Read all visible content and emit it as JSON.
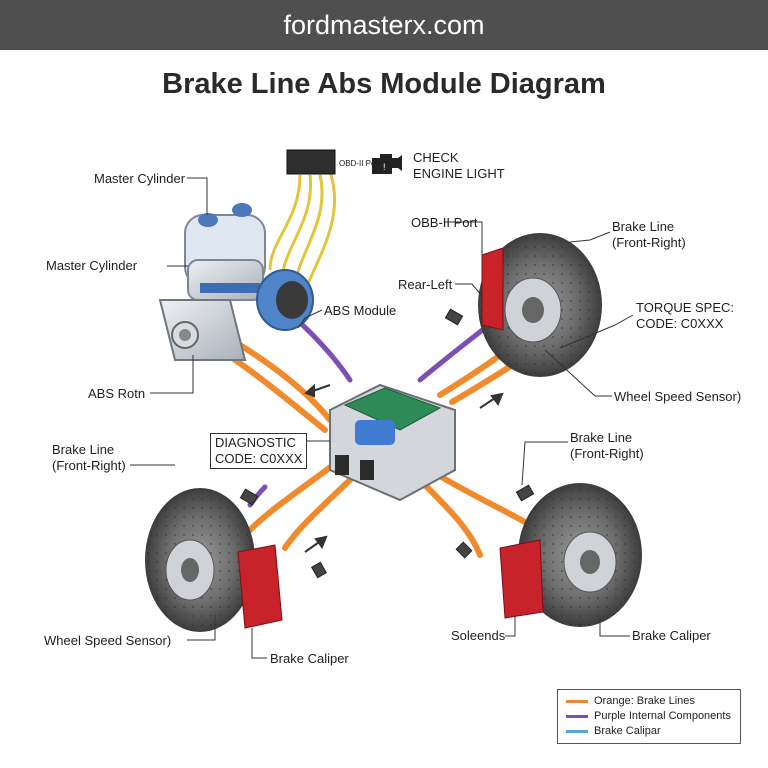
{
  "banner": {
    "site": "fordmasterx.com"
  },
  "title": "Brake Line Abs Module Diagram",
  "labels": {
    "obd_port_small": "OBD-II Port",
    "check_engine": "CHECK\nENGINE LIGHT",
    "master_cylinder_1": "Master Cylinder",
    "master_cylinder_2": "Master Cylinder",
    "abs_rotn": "ABS  Rotn",
    "obb_port": "OBB-II Port",
    "brake_line_fr_top": "Brake Line\n(Front-Right)",
    "rear_left": "Rear-Left",
    "abs_module": "ABS Module",
    "torque_spec": "TORQUE SPEC:\nCODE: C0XXX",
    "wheel_speed_sensor_right": "Wheel Speed Sensor)",
    "diagnostic": "DIAGNOSTIC\nCODE: C0XXX",
    "brake_line_fr_left": "Brake Line\n(Front-Right)",
    "brake_line_fr_mid": "Brake Line\n(Front-Right)",
    "wheel_speed_sensor_left": "Wheel Speed Sensor)",
    "brake_caliper_left": "Brake Caliper",
    "soleends": "Soleends",
    "brake_caliper_right": "Brake Caliper"
  },
  "legend": [
    {
      "label": "Orange: Brake Lines",
      "color": "#f08a2c"
    },
    {
      "label": "Purple Internal Components",
      "color": "#7b4fb5"
    },
    {
      "label": "Brake Calipar",
      "color": "#5aa7e0"
    }
  ],
  "colors": {
    "brake_line": "#f08a2c",
    "internal": "#7b4fb5",
    "caliper_red": "#c8232b",
    "wire_yellow": "#e4c53a",
    "banner_bg": "#4f4f4f"
  }
}
